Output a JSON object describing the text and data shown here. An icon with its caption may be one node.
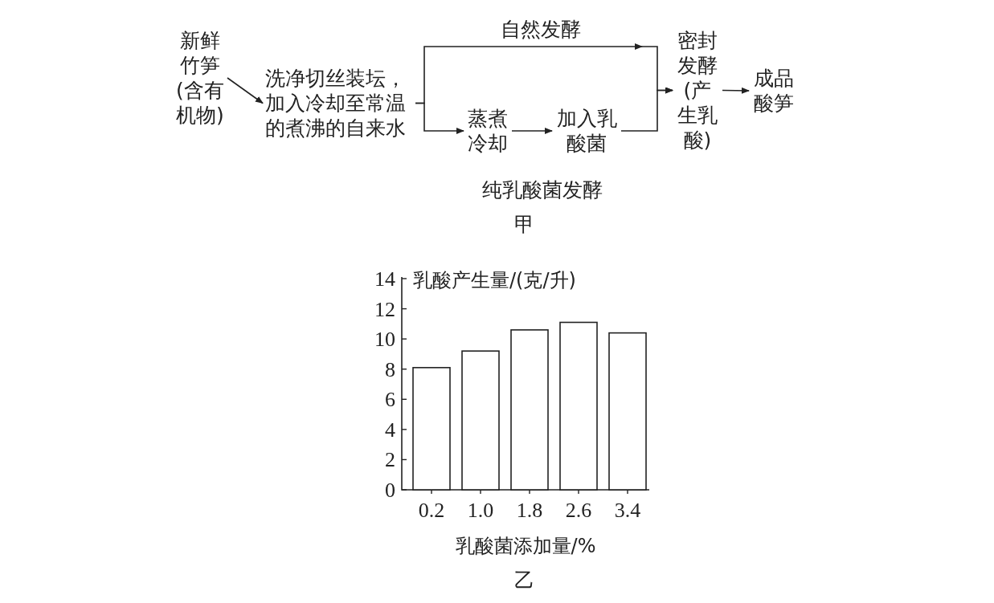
{
  "diagram": {
    "nodes": [
      {
        "text": [
          "新鲜竹笋(含有机物)"
        ]
      },
      {
        "text": [
          "洗净切丝装坛，加入冷却至常温的煮沸的自来水"
        ]
      },
      {
        "text": [
          "蒸煮冷却"
        ]
      },
      {
        "text": [
          "加入乳酸菌"
        ]
      },
      {
        "text": [
          "密封发酵(产生乳酸)"
        ]
      },
      {
        "text": [
          "成品酸笋"
        ]
      }
    ],
    "edges": [
      {
        "from": 0,
        "to": 1,
        "arrow": "to"
      },
      {
        "from": 1,
        "to": 4,
        "arrow": "to",
        "label": "自然发酵"
      },
      {
        "from": 1,
        "to": 2,
        "arrow": "to"
      },
      {
        "from": 2,
        "to": 3,
        "arrow": "to"
      },
      {
        "from": 3,
        "to": 4,
        "arrow": "to"
      },
      {
        "from": 4,
        "to": 5,
        "arrow": "to"
      }
    ],
    "labels": [
      "纯乳酸菌发酵",
      "甲",
      "乙"
    ],
    "chart_data": {
      "type": "bar",
      "xlabel": "乳酸菌添加量/%",
      "ylabel": "乳酸产生量/(克/升)",
      "categories": [
        "0.2",
        "1.0",
        "1.8",
        "2.6",
        "3.4"
      ],
      "values": [
        8.1,
        9.2,
        10.6,
        11.1,
        10.4
      ],
      "ylim": [
        0,
        14
      ],
      "yticks": [
        0,
        2,
        4,
        6,
        8,
        10,
        12,
        14
      ]
    }
  }
}
